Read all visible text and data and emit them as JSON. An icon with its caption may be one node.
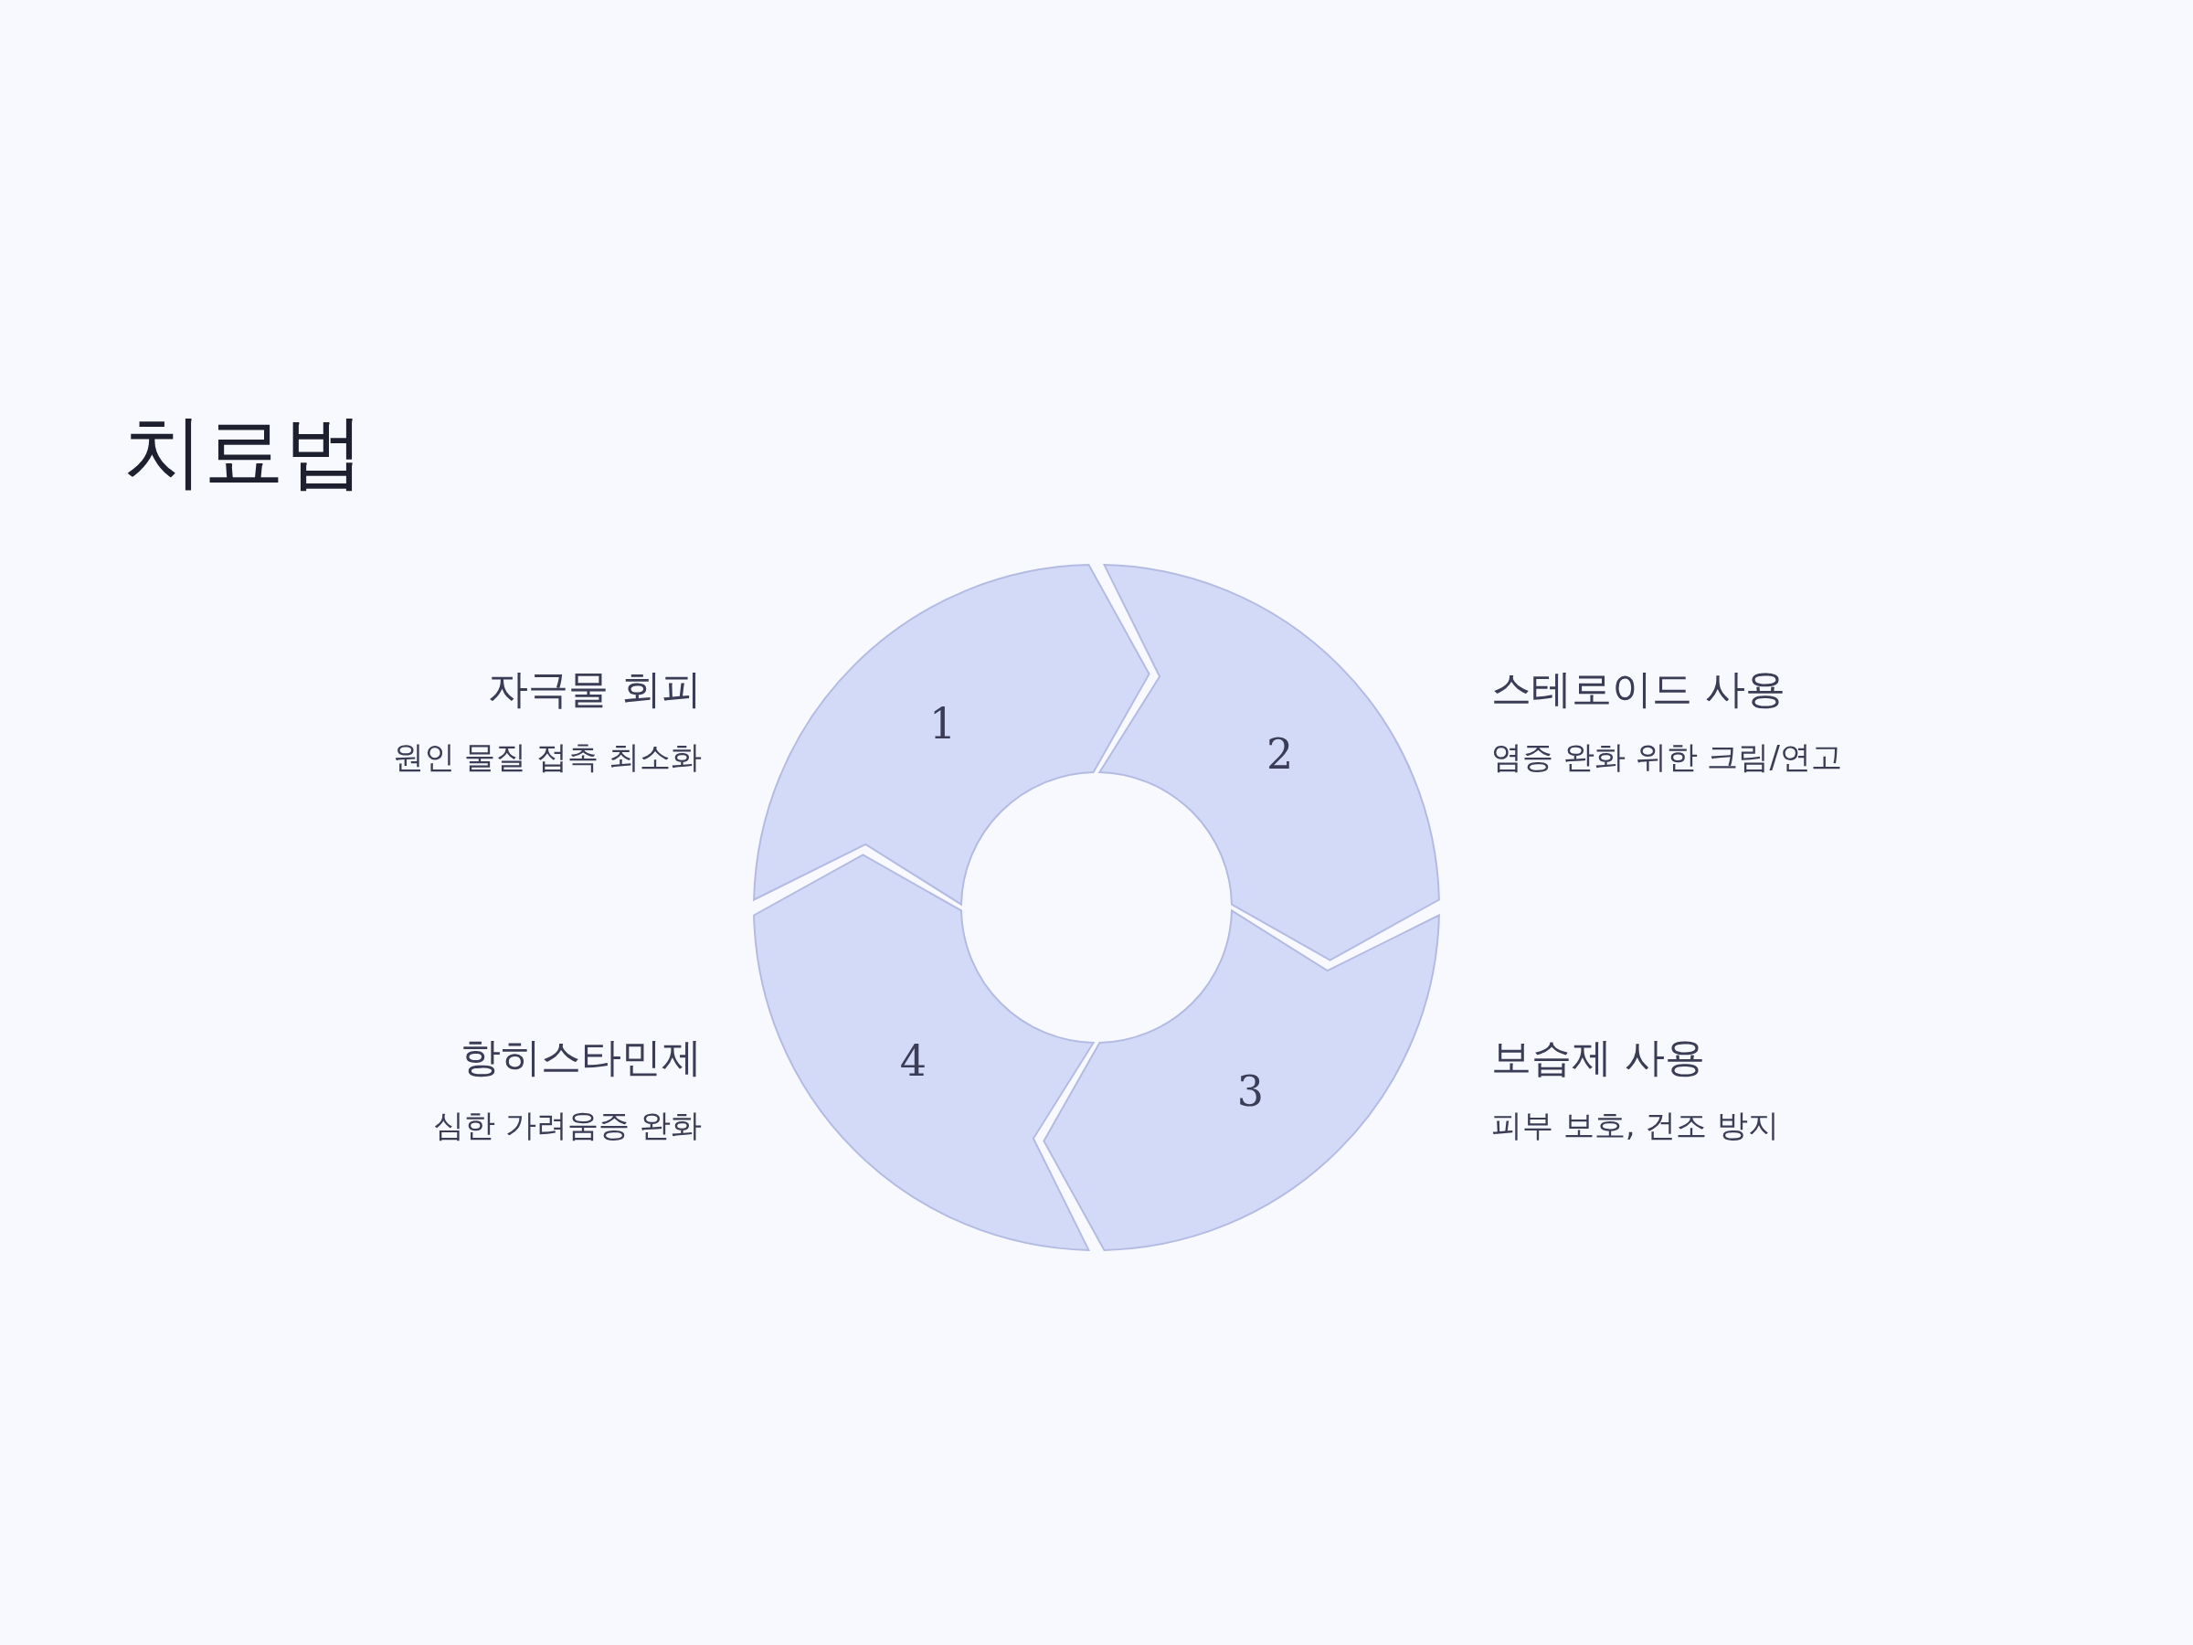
{
  "diagram": {
    "title": "치료법",
    "nodes": [
      {
        "text": [
          "1"
        ],
        "beside": [
          "자극물 회피",
          "원인 물질 접촉 최소화"
        ]
      },
      {
        "text": [
          "2"
        ],
        "beside": [
          "스테로이드 사용",
          "염증 완화 위한 크림/연고"
        ]
      },
      {
        "text": [
          "3"
        ],
        "beside": [
          "보습제 사용",
          "피부 보호, 건조 방지"
        ]
      },
      {
        "text": [
          "4"
        ],
        "beside": [
          "항히스타민제",
          "심한 가려움증 완화"
        ]
      }
    ]
  }
}
